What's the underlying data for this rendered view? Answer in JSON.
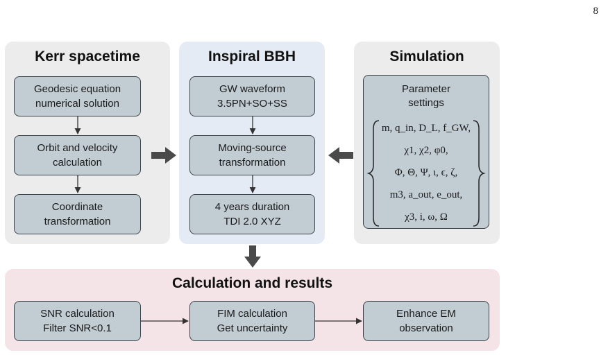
{
  "page_number": "8",
  "panels": {
    "kerr": {
      "title": "Kerr spacetime",
      "boxes": [
        "Geodesic equation\nnumerical solution",
        "Orbit and velocity\ncalculation",
        "Coordinate\ntransformation"
      ]
    },
    "inspiral": {
      "title": "Inspiral BBH",
      "boxes": [
        "GW waveform\n3.5PN+SO+SS",
        "Moving-source\ntransformation",
        "4 years duration\nTDI 2.0 XYZ"
      ]
    },
    "simulation": {
      "title": "Simulation",
      "param_title": "Parameter\nsettings",
      "param_lines": [
        "m, q_in, D_L, f_GW,",
        "χ1, χ2, φ0,",
        "Φ, Θ, Ψ, ι, ϵ, ζ,",
        "m3, a_out, e_out,",
        "χ3, i, ω, Ω"
      ]
    },
    "results": {
      "title": "Calculation and results",
      "boxes": [
        "SNR calculation\nFilter SNR<0.1",
        "FIM calculation\nGet uncertainty",
        "Enhance EM\nobservation"
      ]
    }
  },
  "colors": {
    "panel_gray": "#ececec",
    "panel_blue": "#e4ebf4",
    "panel_pink": "#f4e4e7",
    "box_fill": "#c2ccd3",
    "box_border": "#3c4348",
    "arrow": "#4a4a4a"
  }
}
